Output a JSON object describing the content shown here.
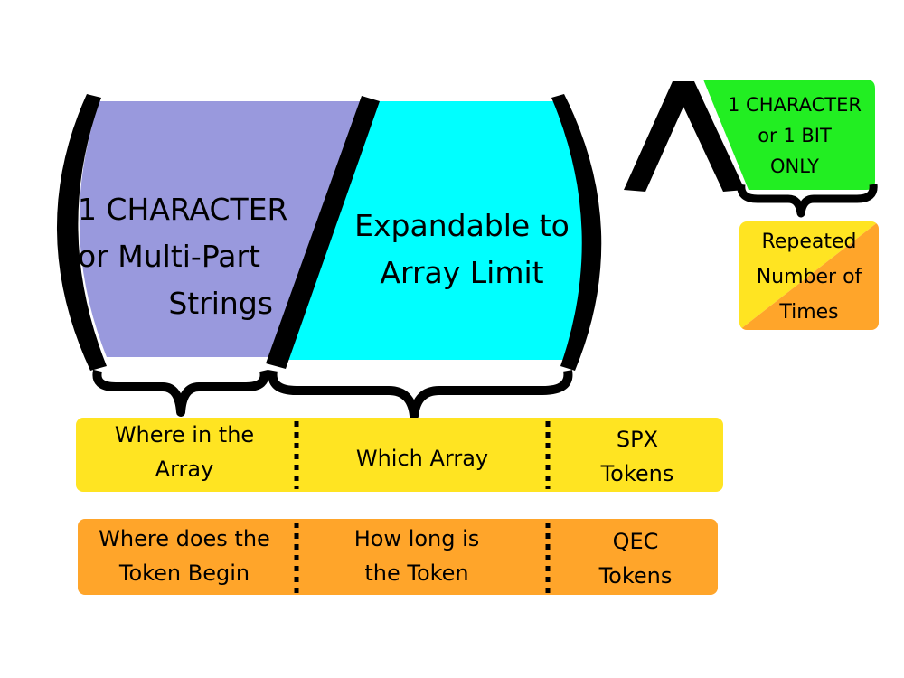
{
  "segments": {
    "left_text": [
      "1 CHARACTER",
      "or Multi-Part",
      "Strings"
    ],
    "middle_text": [
      "Expandable to",
      "Array Limit"
    ],
    "caret_box_text": [
      "1 CHARACTER",
      "or 1 BIT",
      "ONLY"
    ],
    "repeat_box_text": [
      "Repeated",
      "Number of",
      "Times"
    ]
  },
  "spx_row": {
    "col1": [
      "Where in the",
      "Array"
    ],
    "col2": [
      "Which Array"
    ],
    "col3": [
      "SPX",
      "Tokens"
    ]
  },
  "qec_row": {
    "col1": [
      "Where does the",
      "Token Begin"
    ],
    "col2": [
      "How long is",
      "the Token"
    ],
    "col3": [
      "QEC",
      "Tokens"
    ]
  },
  "colors": {
    "lavender": "#9999dd",
    "cyan": "#00ffff",
    "green": "#22ee22",
    "yellow": "#ffe422",
    "orange": "#ffa52a",
    "ink": "#000000"
  }
}
